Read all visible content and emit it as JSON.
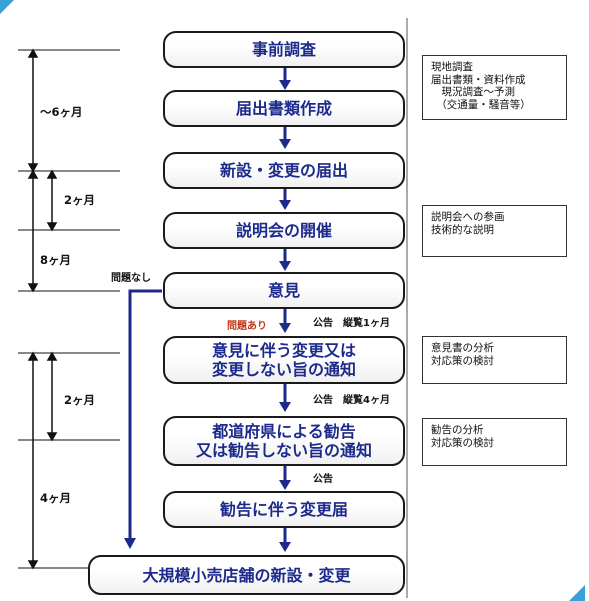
{
  "steps": [
    {
      "label": "事前調査"
    },
    {
      "label": "届出書類作成"
    },
    {
      "label": "新設・変更の届出"
    },
    {
      "label": "説明会の開催"
    },
    {
      "label": "意見"
    },
    {
      "label": "意見に伴う変更又は\n変更しない旨の通知"
    },
    {
      "label": "都道府県による勧告\n又は勧告しない旨の通知"
    },
    {
      "label": "勧告に伴う変更届"
    },
    {
      "label": "大規模小売店舗の新設・変更"
    }
  ],
  "notes": [
    "現地調査\n届出書類・資料作成\n　現況調査～予測\n　（交通量・騒音等）",
    "説明会への参画\n技術的な説明",
    "意見書の分析\n対応策の検討",
    "勧告の分析\n対応策の検討"
  ],
  "labels": {
    "no_problem": "問題なし",
    "problem": "問題あり",
    "notice_1": "公告　縦覧1ヶ月",
    "notice_4": "公告　縦覧4ヶ月",
    "notice": "公告"
  },
  "durations": {
    "d1": "～6ヶ月",
    "d2": "2ヶ月",
    "d3": "8ヶ月",
    "d4": "2ヶ月",
    "d5": "4ヶ月"
  },
  "colors": {
    "accent": "#1c2a8c",
    "corner": "#3aa0d8",
    "red": "#c0391b"
  }
}
